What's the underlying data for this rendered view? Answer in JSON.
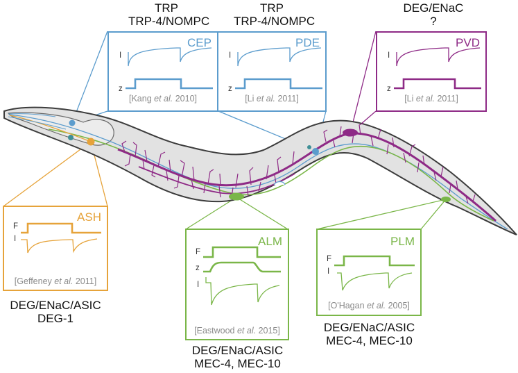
{
  "colors": {
    "cep_pde": "#5b9ccd",
    "pvd": "#8e2a86",
    "ash": "#e6a33a",
    "touch": "#7ab648",
    "body_fill": "#e2e2e2",
    "body_stroke": "#3c3c3c",
    "reference": "#8a8a8a",
    "text": "#111111"
  },
  "channels": {
    "cep": [
      "TRP",
      "TRP-4/NOMPC"
    ],
    "pde": [
      "TRP",
      "TRP-4/NOMPC"
    ],
    "pvd": [
      "DEG/ENaC",
      "?"
    ],
    "ash": [
      "DEG/ENaC/ASIC",
      "DEG-1"
    ],
    "alm": [
      "DEG/ENaC/ASIC",
      "MEC-4, MEC-10"
    ],
    "plm": [
      "DEG/ENaC/ASIC",
      "MEC-4, MEC-10"
    ]
  },
  "panels": {
    "cep": {
      "name": "CEP",
      "ref_pre": "[Kang ",
      "ref_it": "et al.",
      "ref_post": " 2010]",
      "trace1": "I",
      "trace2": "z"
    },
    "pde": {
      "name": "PDE",
      "ref_pre": "[Li ",
      "ref_it": "et al.",
      "ref_post": " 2011]",
      "trace1": "I",
      "trace2": "z"
    },
    "pvd": {
      "name": "PVD",
      "ref_pre": "[Li ",
      "ref_it": "et al.",
      "ref_post": " 2011]",
      "trace1": "I",
      "trace2": "z"
    },
    "ash": {
      "name": "ASH",
      "ref_pre": "[Geffeney ",
      "ref_it": "et al.",
      "ref_post": " 2011]",
      "trace1": "F",
      "trace2": "I"
    },
    "alm": {
      "name": "ALM",
      "ref_pre": "[Eastwood ",
      "ref_it": "et al.",
      "ref_post": " 2015]",
      "trace1": "F",
      "trace2": "z",
      "trace3": "I"
    },
    "plm": {
      "name": "PLM",
      "ref_pre": "[O'Hagan ",
      "ref_it": "et al.",
      "ref_post": " 2005]",
      "trace1": "F",
      "trace2": "I"
    }
  }
}
